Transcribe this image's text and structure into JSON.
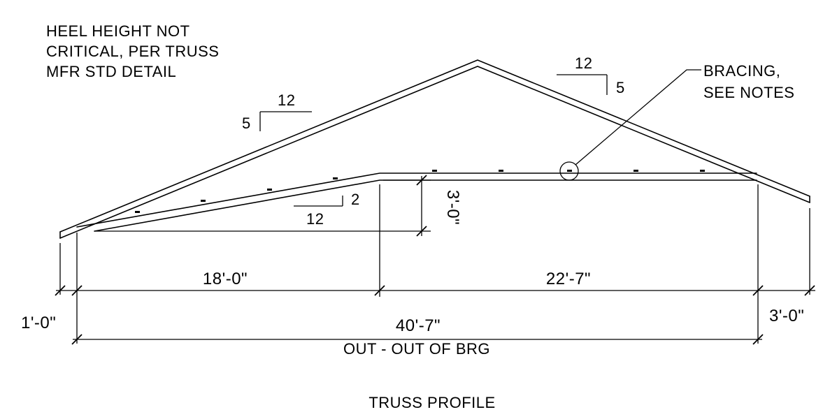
{
  "heel_note": {
    "line1": "HEEL HEIGHT NOT",
    "line2": "CRITICAL, PER TRUSS",
    "line3": "MFR STD DETAIL"
  },
  "bracing_note": {
    "line1": "BRACING,",
    "line2": "SEE NOTES"
  },
  "slopes": {
    "left_top": {
      "run": "12",
      "rise": "5"
    },
    "right_top": {
      "run": "12",
      "rise": "5"
    },
    "bottom_chord": {
      "run": "12",
      "rise": "2"
    }
  },
  "dimensions": {
    "raised_height": "3'-0\"",
    "left_span": "18'-0\"",
    "right_span": "22'-7\"",
    "left_overhang": "1'-0\"",
    "overall": "40'-7\"",
    "overall_label": "OUT - OUT OF BRG",
    "right_overhang": "3'-0\""
  },
  "title": "TRUSS PROFILE"
}
